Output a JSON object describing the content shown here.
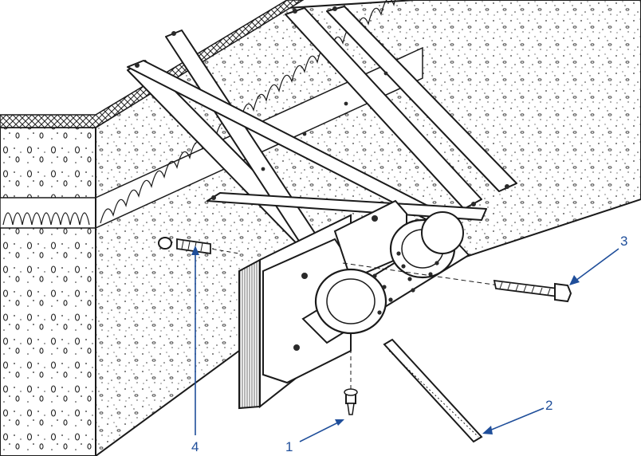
{
  "figure": {
    "callouts": [
      {
        "id": "1",
        "label": "1"
      },
      {
        "id": "2",
        "label": "2"
      },
      {
        "id": "3",
        "label": "3"
      },
      {
        "id": "4",
        "label": "4"
      }
    ],
    "colors": {
      "ink": "#1a1a1a",
      "callout": "#1f4e9a",
      "background": "#ffffff"
    }
  }
}
